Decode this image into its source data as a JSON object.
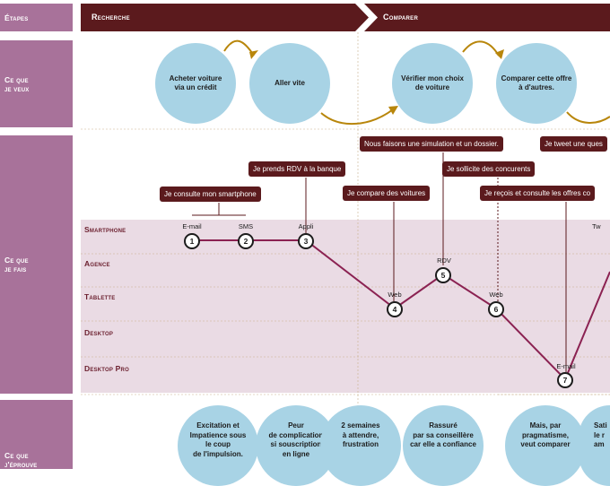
{
  "stages": [
    {
      "label": "Étapes"
    },
    {
      "label": "Recherche"
    },
    {
      "label": "Comparer"
    }
  ],
  "rows": {
    "veux": "Ce que\nje veux",
    "fais": "Ce que\nje fais",
    "eprouve": "Ce que\nj'éprouve"
  },
  "wants": [
    "Acheter voiture\nvia un crédit",
    "Aller vite",
    "Vérifier mon choix\nde voiture",
    "Comparer cette offre\nà d'autres."
  ],
  "actions": [
    "Je consulte mon smartphone",
    "Je prends RDV à la banque",
    "Je compare des voitures",
    "Nous faisons une simulation et un dossier.",
    "Je sollicite des concurents",
    "Je reçois et consulte les offres co",
    "Je tweet une ques"
  ],
  "channels": [
    "Smartphone",
    "Agence",
    "Tablette",
    "Desktop",
    "Desktop Pro"
  ],
  "touchpoints": [
    {
      "num": "1",
      "label": "E-mail"
    },
    {
      "num": "2",
      "label": "SMS"
    },
    {
      "num": "3",
      "label": "Appli"
    },
    {
      "num": "4",
      "label": "Web"
    },
    {
      "num": "5",
      "label": "RDV"
    },
    {
      "num": "6",
      "label": "Web"
    },
    {
      "num": "7",
      "label": "E-mail"
    },
    {
      "num": "",
      "label": "Tw"
    }
  ],
  "feelings": [
    "Excitation et\nImpatience sous\nle coup\nde l'impulsion.",
    "Peur\nde complication\nsi souscription\nen ligne",
    "2 semaines\nà attendre,\nfrustration",
    "Rassuré\npar sa conseillère\ncar elle a confiance",
    "Mais, par\npragmatisme,\nveut comparer",
    "Sati\nle r\nam"
  ],
  "colors": {
    "header": "#5b1a1d",
    "side": "#a8729a",
    "band": "#eadbe4",
    "bubble": "#a8d3e5",
    "journey": "#8b2252",
    "arrow": "#b8860b"
  }
}
